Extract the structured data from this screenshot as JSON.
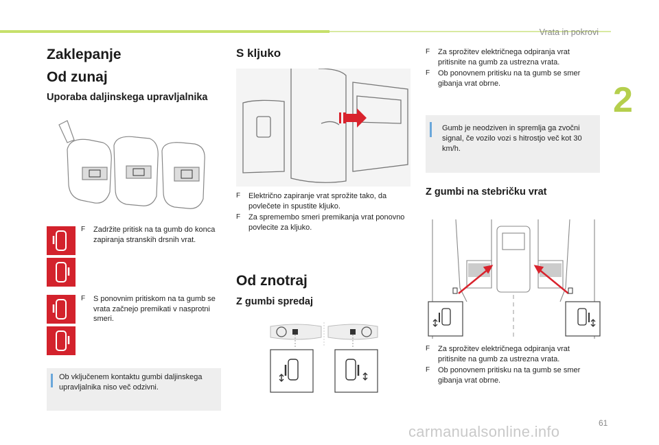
{
  "header": {
    "section_title": "Vrata in pokrovi",
    "chapter": "2",
    "page_number": "61",
    "watermark": "carmanualsonline.info"
  },
  "colors": {
    "accent_green": "#c6e06b",
    "chapter_green": "#b5cf4d",
    "icon_red": "#d3222c",
    "note_bar_blue": "#6aa7da",
    "note_bg": "#eeeeee"
  },
  "col1": {
    "title": "Zaklepanje",
    "subtitle": "Od zunaj",
    "section": "Uporaba daljinskega upravljalnika",
    "bullet1": "Zadržite pritisk na ta gumb do konca zapiranja stranskih drsnih vrat.",
    "bullet2": "S ponovnim pritiskom na ta gumb se vrata začnejo premikati v nasprotni smeri.",
    "note": "Ob vključenem kontaktu gumbi daljinskega upravljalnika niso več odzivni."
  },
  "col2": {
    "title": "S kljuko",
    "bullet1": "Električno zapiranje vrat sprožite tako, da povlečete in spustite kljuko.",
    "bullet2": "Za sprememb​o smeri premikanja vrat ponovno povlecite za kljuko.",
    "section2": "Od znotraj",
    "subsection": "Z gumbi spredaj"
  },
  "col3": {
    "bullet1": "Za sprožitev električnega odpiranja vrat pritisnite na gumb za ustrezna vrata.",
    "bullet2": "Ob ponovnem pritisku na ta gumb se smer gibanja vrat obrne.",
    "note": "Gumb je neodziven in spremlja ga zvočni signal, če vozilo vozi s hitrostjo več kot 30 km/h.",
    "subsection": "Z gumbi na stebričku vrat",
    "bullet3": "Za sprožitev električnega odpiranja vrat pritisnite na gumb za ustrezna vrata.",
    "bullet4": "Ob ponovnem pritisku na ta gumb se smer gibanja vrat obrne."
  },
  "bullet_mark": "F",
  "icons": [
    "car-door-left-icon",
    "car-door-right-icon",
    "key-fob-icon",
    "door-handle-icon",
    "door-button-icon"
  ]
}
